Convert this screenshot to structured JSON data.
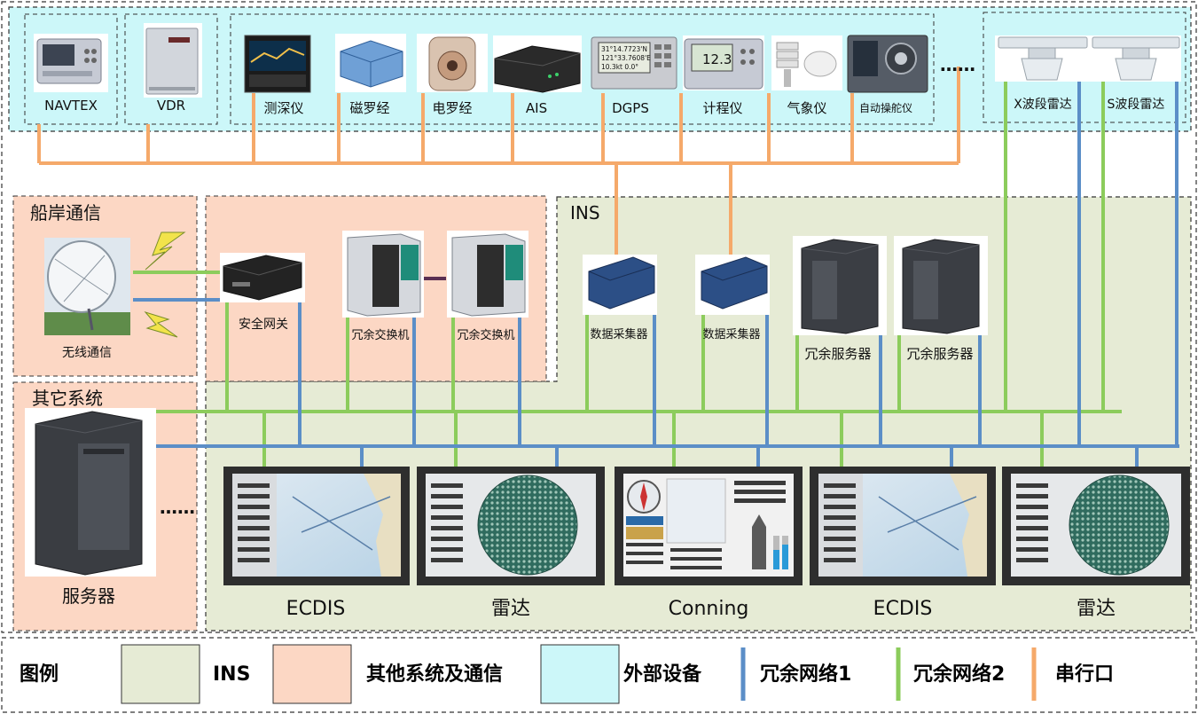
{
  "colors": {
    "ins_zone": "#e6ebd5",
    "other_zone": "#fcd7c4",
    "external_zone": "#ccf7f9",
    "network1": "#5b8ec7",
    "network2": "#8ccc5c",
    "serial": "#f5a96a"
  },
  "external_devices": [
    {
      "label": "NAVTEX",
      "icon": "navtex-receiver-icon"
    },
    {
      "label": "VDR",
      "icon": "vdr-box-icon"
    },
    {
      "label": "测深仪",
      "icon": "echo-sounder-icon"
    },
    {
      "label": "磁罗经",
      "icon": "magnetic-compass-icon"
    },
    {
      "label": "电罗经",
      "icon": "gyro-compass-icon"
    },
    {
      "label": "AIS",
      "icon": "ais-transponder-icon"
    },
    {
      "label": "DGPS",
      "icon": "dgps-receiver-icon"
    },
    {
      "label": "计程仪",
      "icon": "speed-log-icon"
    },
    {
      "label": "气象仪",
      "icon": "weather-station-icon"
    },
    {
      "label": "自动操舵仪",
      "icon": "autopilot-icon"
    }
  ],
  "external_more": "……",
  "radars": [
    {
      "label": "X波段雷达",
      "icon": "radar-antenna-icon"
    },
    {
      "label": "S波段雷达",
      "icon": "radar-antenna-icon"
    }
  ],
  "dgps_display": [
    "31°14.7723'N",
    "121°33.7608'E",
    "10.3kt  0.0°"
  ],
  "speed_log_display": "12.3",
  "ship_shore": {
    "title": "船岸通信",
    "device_label": "无线通信"
  },
  "network_devices": [
    {
      "label": "安全网关"
    },
    {
      "label": "冗余交换机"
    },
    {
      "label": "冗余交换机"
    }
  ],
  "ins": {
    "title": "INS",
    "collectors": [
      {
        "label": "数据采集器"
      },
      {
        "label": "数据采集器"
      }
    ],
    "servers": [
      {
        "label": "冗余服务器"
      },
      {
        "label": "冗余服务器"
      }
    ],
    "workstations": [
      {
        "label": "ECDIS",
        "type": "ecdis"
      },
      {
        "label": "雷达",
        "type": "radar"
      },
      {
        "label": "Conning",
        "type": "conning"
      },
      {
        "label": "ECDIS",
        "type": "ecdis"
      },
      {
        "label": "雷达",
        "type": "radar"
      }
    ]
  },
  "other_systems": {
    "title": "其它系统",
    "server_label": "服务器",
    "more": "……"
  },
  "legend": {
    "title": "图例",
    "items": [
      {
        "label": "INS",
        "kind": "box",
        "color": "#e6ebd5"
      },
      {
        "label": "其他系统及通信",
        "kind": "box",
        "color": "#fcd7c4"
      },
      {
        "label": "外部设备",
        "kind": "box",
        "color": "#ccf7f9"
      },
      {
        "label": "冗余网络1",
        "kind": "line",
        "color": "#5b8ec7"
      },
      {
        "label": "冗余网络2",
        "kind": "line",
        "color": "#8ccc5c"
      },
      {
        "label": "串行口",
        "kind": "line",
        "color": "#f5a96a"
      }
    ]
  }
}
